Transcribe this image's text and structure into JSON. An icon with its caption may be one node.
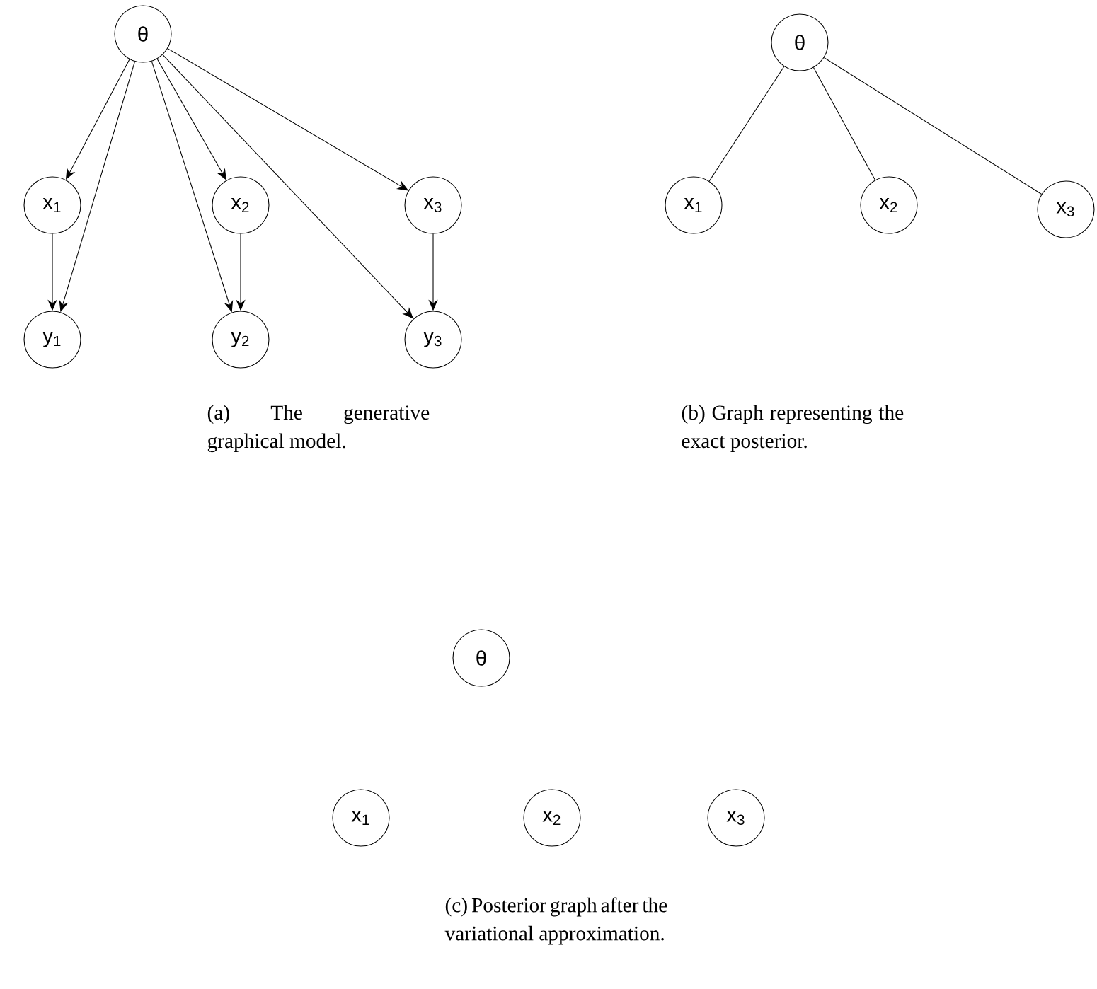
{
  "diagram": {
    "nodes": [
      {
        "text": [
          "θ"
        ]
      },
      {
        "text": [
          "x$_{1}$"
        ]
      },
      {
        "text": [
          "x$_{2}$"
        ]
      },
      {
        "text": [
          "x$_{3}$"
        ]
      },
      {
        "text": [
          "y$_{1}$"
        ]
      },
      {
        "text": [
          "y$_{2}$"
        ]
      },
      {
        "text": [
          "y$_{3}$"
        ]
      },
      {
        "text": [
          "θ"
        ]
      },
      {
        "text": [
          "x$_{1}$"
        ]
      },
      {
        "text": [
          "x$_{2}$"
        ]
      },
      {
        "text": [
          "x$_{3}$"
        ]
      },
      {
        "text": [
          "θ"
        ]
      },
      {
        "text": [
          "x$_{1}$"
        ]
      },
      {
        "text": [
          "x$_{2}$"
        ]
      },
      {
        "text": [
          "x$_{3}$"
        ]
      }
    ],
    "edges": [
      {
        "from": 0,
        "to": 1,
        "arrow": "to"
      },
      {
        "from": 0,
        "to": 4,
        "arrow": "to"
      },
      {
        "from": 0,
        "to": 5,
        "arrow": "to"
      },
      {
        "from": 0,
        "to": 2,
        "arrow": "to"
      },
      {
        "from": 0,
        "to": 6,
        "arrow": "to"
      },
      {
        "from": 0,
        "to": 3,
        "arrow": "to"
      },
      {
        "from": 1,
        "to": 4,
        "arrow": "to"
      },
      {
        "from": 2,
        "to": 5,
        "arrow": "to"
      },
      {
        "from": 3,
        "to": 6,
        "arrow": "to"
      },
      {
        "from": 7,
        "to": 8,
        "arrow": "none"
      },
      {
        "from": 7,
        "to": 9,
        "arrow": "none"
      },
      {
        "from": 7,
        "to": 10,
        "arrow": "none"
      }
    ],
    "labels": [
      "(a) The generative graphical model.",
      "(b) Graph representing the exact posterior.",
      "(c) Posterior graph after the variational approximation."
    ]
  }
}
